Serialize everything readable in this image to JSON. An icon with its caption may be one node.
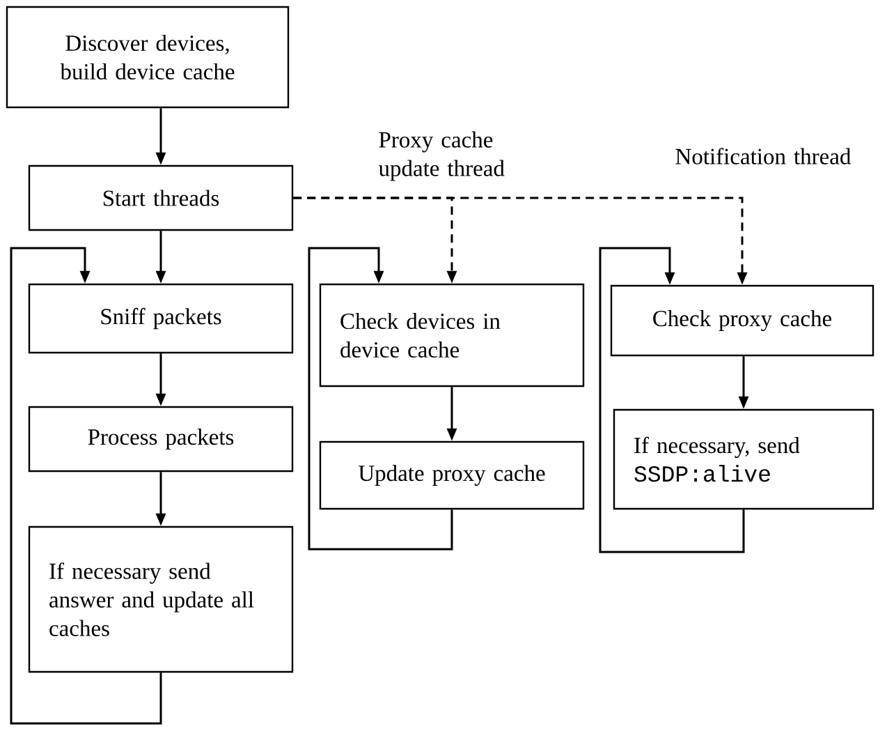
{
  "diagram": {
    "nodes": [
      {
        "text": [
          "Discover devices, build device cache"
        ]
      },
      {
        "text": [
          "Start threads"
        ]
      },
      {
        "text": [
          "Sniff packets"
        ]
      },
      {
        "text": [
          "Process packets"
        ]
      },
      {
        "text": [
          "If necessary send answer and update all caches"
        ]
      },
      {
        "text": [
          "Check devices in device cache"
        ]
      },
      {
        "text": [
          "Update proxy cache"
        ]
      },
      {
        "text": [
          "Check proxy cache"
        ]
      },
      {
        "text": [
          "If necessary, send",
          "SSDP:alive"
        ]
      }
    ],
    "edges": [
      {
        "from": 0,
        "to": 1,
        "arrow": "to"
      },
      {
        "from": 1,
        "to": 2,
        "arrow": "to"
      },
      {
        "from": 2,
        "to": 3,
        "arrow": "to"
      },
      {
        "from": 3,
        "to": 4,
        "arrow": "to"
      },
      {
        "from": 4,
        "to": 2,
        "arrow": "to"
      },
      {
        "from": 1,
        "to": 5,
        "arrow": "to",
        "style": "dashed",
        "label": "Proxy cache update thread"
      },
      {
        "from": 1,
        "to": 7,
        "arrow": "to",
        "style": "dashed",
        "label": "Notification thread"
      },
      {
        "from": 5,
        "to": 6,
        "arrow": "to"
      },
      {
        "from": 6,
        "to": 5,
        "arrow": "to"
      },
      {
        "from": 7,
        "to": 8,
        "arrow": "to"
      },
      {
        "from": 8,
        "to": 7,
        "arrow": "to"
      }
    ]
  }
}
